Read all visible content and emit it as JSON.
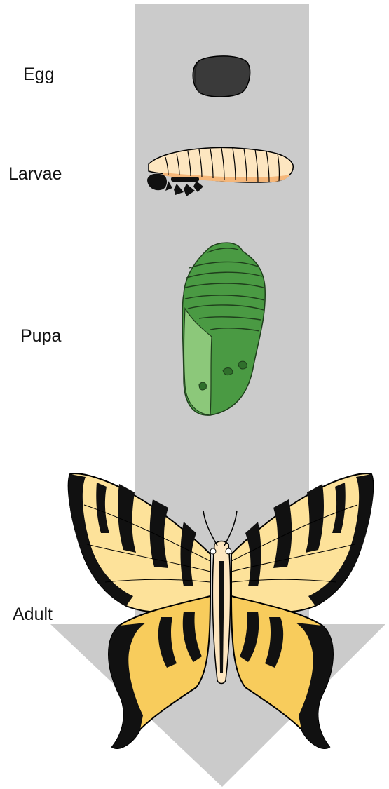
{
  "stages": [
    {
      "id": "egg",
      "label": "Egg"
    },
    {
      "id": "larvae",
      "label": "Larvae"
    },
    {
      "id": "pupa",
      "label": "Pupa"
    },
    {
      "id": "adult",
      "label": "Adult"
    }
  ],
  "colors": {
    "arrow": "#cbcbcb",
    "egg": "#3a3a3a",
    "larva_body": "#fde6c0",
    "larva_underside": "#f5b77a",
    "pupa_dark": "#4a9a43",
    "pupa_light": "#8cc87a",
    "wing_yellow": "#fde29a",
    "wing_yellow_dark": "#f8cc5c",
    "wing_black": "#111111"
  }
}
